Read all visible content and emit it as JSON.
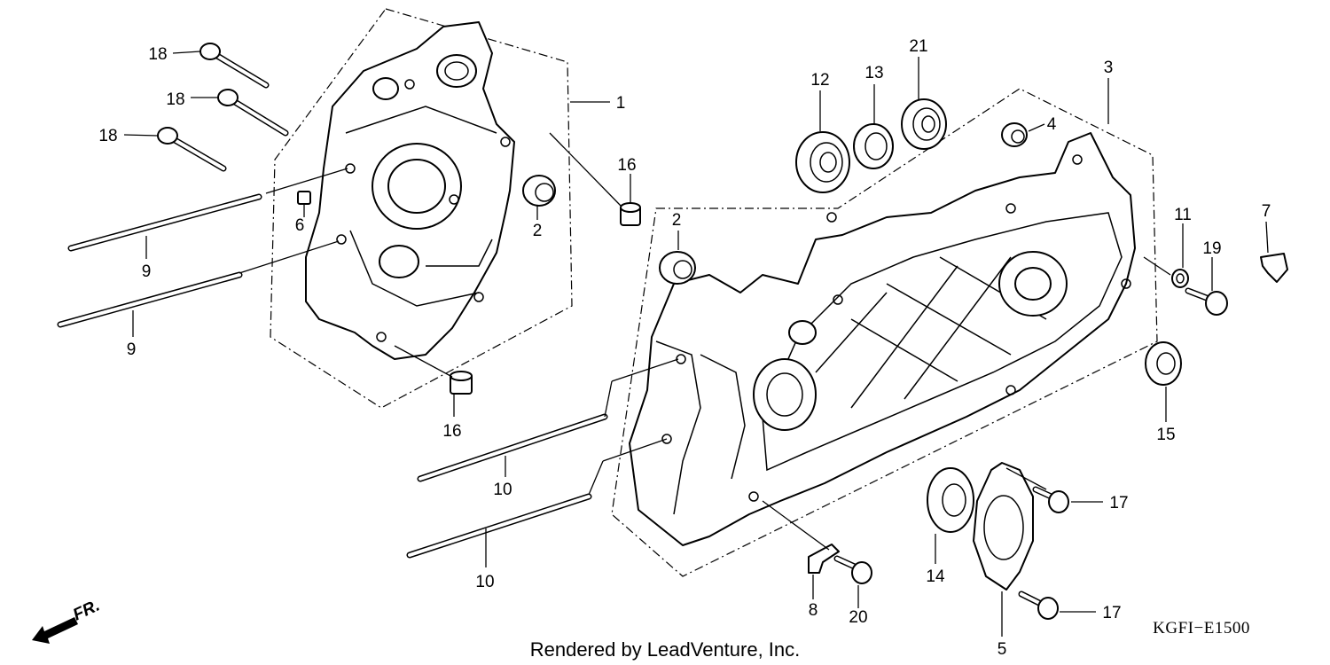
{
  "callouts": [
    {
      "id": "c1",
      "text": "1"
    },
    {
      "id": "c2a",
      "text": "2"
    },
    {
      "id": "c2b",
      "text": "2"
    },
    {
      "id": "c3",
      "text": "3"
    },
    {
      "id": "c4",
      "text": "4"
    },
    {
      "id": "c5",
      "text": "5"
    },
    {
      "id": "c6",
      "text": "6"
    },
    {
      "id": "c7",
      "text": "7"
    },
    {
      "id": "c8",
      "text": "8"
    },
    {
      "id": "c9a",
      "text": "9"
    },
    {
      "id": "c9b",
      "text": "9"
    },
    {
      "id": "c10a",
      "text": "10"
    },
    {
      "id": "c10b",
      "text": "10"
    },
    {
      "id": "c11",
      "text": "11"
    },
    {
      "id": "c12",
      "text": "12"
    },
    {
      "id": "c13",
      "text": "13"
    },
    {
      "id": "c14",
      "text": "14"
    },
    {
      "id": "c15",
      "text": "15"
    },
    {
      "id": "c16a",
      "text": "16"
    },
    {
      "id": "c16b",
      "text": "16"
    },
    {
      "id": "c17a",
      "text": "17"
    },
    {
      "id": "c17b",
      "text": "17"
    },
    {
      "id": "c18a",
      "text": "18"
    },
    {
      "id": "c18b",
      "text": "18"
    },
    {
      "id": "c18c",
      "text": "18"
    },
    {
      "id": "c19",
      "text": "19"
    },
    {
      "id": "c20",
      "text": "20"
    },
    {
      "id": "c21",
      "text": "21"
    }
  ],
  "front_marker": "FR.",
  "credit": "Rendered by LeadVenture, Inc.",
  "diagram_code": "KGFI−E1500"
}
